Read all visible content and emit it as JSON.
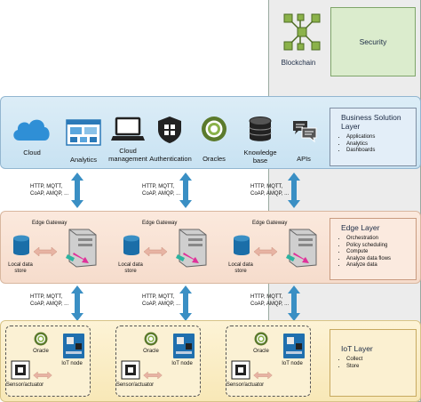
{
  "blockchain": {
    "label": "Blockchain",
    "security_label": "Security"
  },
  "business_layer": {
    "title": "Business Solution Layer",
    "items": [
      "Applications",
      "Analytics",
      "Dashboards"
    ],
    "icons": [
      {
        "label": "Cloud"
      },
      {
        "label": "Analytics"
      },
      {
        "label": "Cloud management"
      },
      {
        "label": "Authentication"
      },
      {
        "label": "Oracles"
      },
      {
        "label": "Knowledge base"
      },
      {
        "label": "APIs"
      }
    ]
  },
  "edge_layer": {
    "title": "Edge Layer",
    "items": [
      "Orchestration",
      "Policy scheduling",
      "Compute",
      "Analyze data flows",
      "Analyze data"
    ],
    "gateway_label": "Edge Gateway",
    "store_label": "Local data store"
  },
  "iot_layer": {
    "title": "IoT Layer",
    "items": [
      "Collect",
      "Store"
    ],
    "oracle_label": "Oracle",
    "node_label": "IoT node",
    "sensor_label": "Sensor/actuator"
  },
  "protocols": {
    "line1": "HTTP, MQTT,",
    "line2": "CoAP, AMQP, ..."
  },
  "colors": {
    "arrow": "#3a8fc4",
    "cloud": "#2f8fd6",
    "band_bs": "#d4e9f6",
    "band_edge": "#f9e3d5",
    "band_iot": "#fbeec6"
  }
}
